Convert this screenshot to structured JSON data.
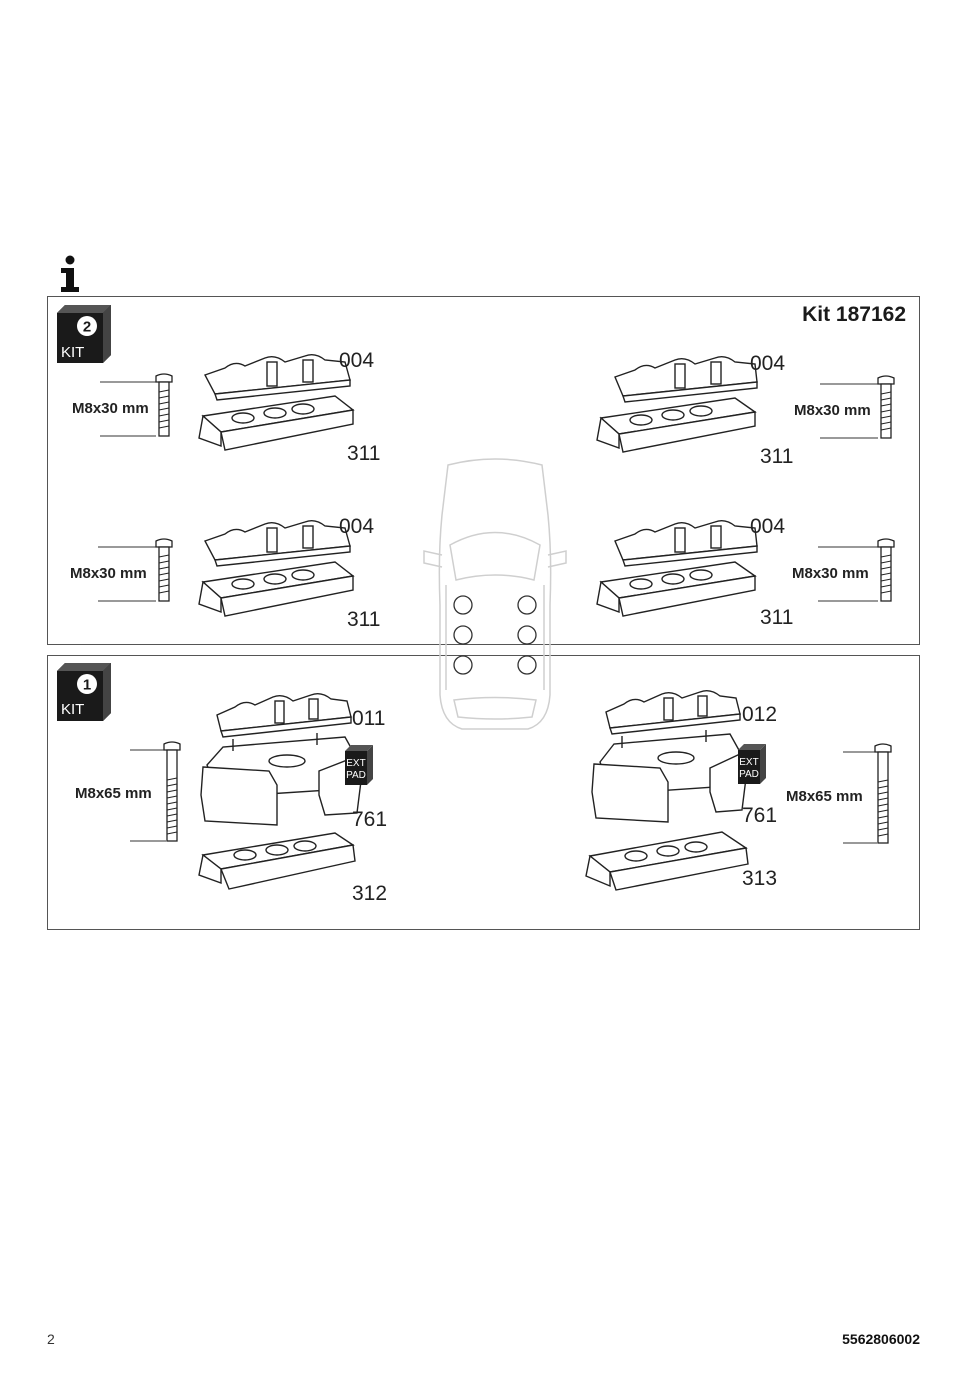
{
  "kit2": {
    "badge_number": "2",
    "badge_label": "KIT",
    "title": "Kit 187162",
    "bolt_label": "M8x30 mm",
    "foot_top_part": "004",
    "foot_base_part": "311"
  },
  "kit1": {
    "badge_number": "1",
    "badge_label": "KIT",
    "left": {
      "top_part": "011",
      "pad_part": "761",
      "base_part": "312",
      "bolt_label": "M8x65 mm"
    },
    "right": {
      "top_part": "012",
      "pad_part": "761",
      "base_part": "313",
      "bolt_label": "M8x65 mm"
    },
    "ext_pad_line1": "EXT",
    "ext_pad_line2": "PAD"
  },
  "footer": {
    "page_number": "2",
    "doc_code": "5562806002"
  },
  "icons": [
    "info-icon",
    "kit-box-icon",
    "bolt-icon",
    "car-top-view-icon",
    "foot-pack-icon"
  ]
}
